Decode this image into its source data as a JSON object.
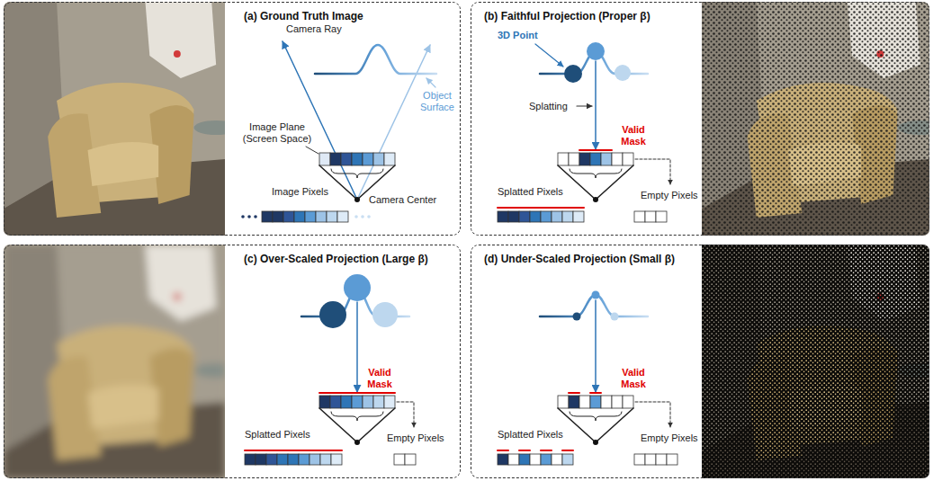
{
  "diagram": {
    "nodes": [
      {
        "text": [
          "(a) Ground Truth Image"
        ]
      },
      {
        "text": [
          "(b) Faithful Projection (Proper β)"
        ]
      },
      {
        "text": [
          "(c) Over-Scaled Projection (Large β)"
        ]
      },
      {
        "text": [
          "(d) Under-Scaled Projection (Small β)"
        ]
      }
    ],
    "labels": [
      "Camera Ray",
      "Object Surface",
      "Image Plane (Screen Space)",
      "Image Pixels",
      "Camera Center",
      "3D Point",
      "Splatting",
      "Valid Mask",
      "Splatted Pixels",
      "Empty Pixels",
      "Valid Mask",
      "Splatted Pixels",
      "Empty Pixels",
      "Valid Mask",
      "Splatted Pixels",
      "Empty Pixels"
    ]
  }
}
